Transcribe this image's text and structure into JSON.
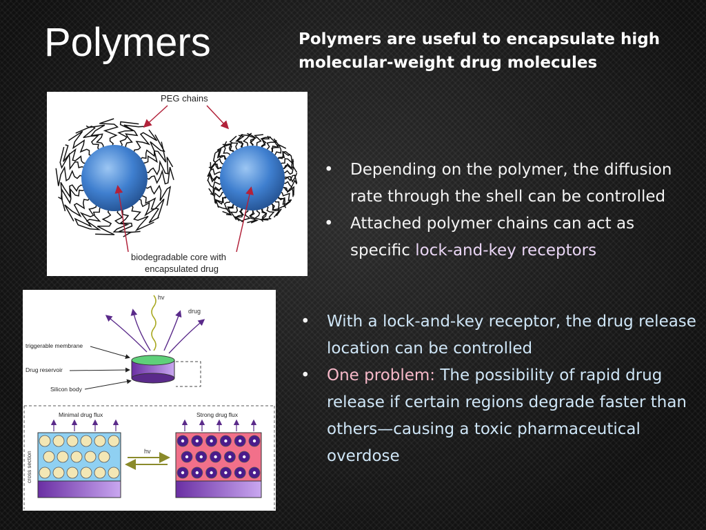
{
  "slide": {
    "title": "Polymers",
    "subtitle": "Polymers are useful to encapsulate high molecular-weight drug molecules"
  },
  "bullets_upper": [
    {
      "text": "Depending on the polymer, the diffusion rate through the shell can be controlled"
    },
    {
      "before": "Attached polymer chains can act as specific ",
      "highlight": "lock-and-key receptors"
    }
  ],
  "bullets_lower": [
    {
      "text": "With a lock-and-key receptor, the drug release location can be controlled"
    },
    {
      "before": "One problem: ",
      "highlight": "The possibility of rapid drug release if certain regions degrade faster than others—causing a toxic pharmaceutical overdose"
    }
  ],
  "figure_top": {
    "label_chains": "PEG chains",
    "label_core_line1": "biodegradable core with",
    "label_core_line2": "encapsulated drug"
  },
  "figure_bottom": {
    "label_hv": "hv",
    "label_drug": "drug",
    "label_membrane": "triggerable membrane",
    "label_reservoir": "Drug reservoir",
    "label_body": "Silicon body",
    "label_minimal": "Minimal drug flux",
    "label_strong": "Strong drug flux",
    "label_hv2": "hv",
    "label_cross": "cross section"
  },
  "colors": {
    "accent_pink": "#f7b9c9",
    "accent_blue": "#cfe6f7",
    "accent_lilac": "#ead6f5",
    "sphere_blue": "#3f7fcf",
    "arrow_red": "#b2223a"
  }
}
